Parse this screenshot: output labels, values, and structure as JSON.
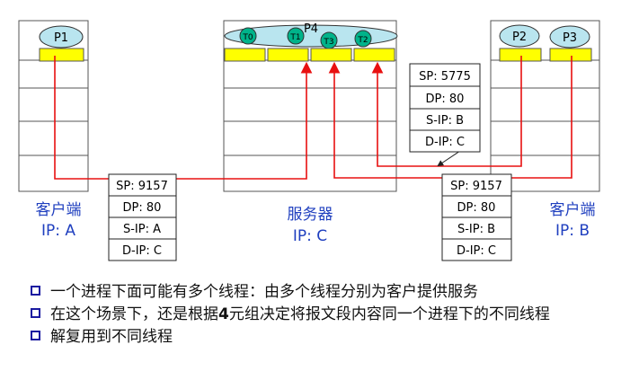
{
  "hosts": {
    "client_a": {
      "process_label": "P1",
      "name": "客户端",
      "ip": "IP: A"
    },
    "server_c": {
      "process_label": "P4",
      "name": "服务器",
      "ip": "IP: C",
      "threads": [
        "T0",
        "T1",
        "T3",
        "T2"
      ]
    },
    "client_b": {
      "process_labels": [
        "P2",
        "P3"
      ],
      "name": "客户端",
      "ip": "IP: B"
    }
  },
  "segments": {
    "seg_a": {
      "sp": "SP: 9157",
      "dp": "DP: 80",
      "sip": "S-IP: A",
      "dip": "D-IP: C"
    },
    "seg_b_top": {
      "sp": "SP: 5775",
      "dp": "DP: 80",
      "sip": "S-IP: B",
      "dip": "D-IP: C"
    },
    "seg_b_bottom": {
      "sp": "SP: 9157",
      "dp": "DP: 80",
      "sip": "S-IP: B",
      "dip": "D-IP: C"
    }
  },
  "bullets": [
    {
      "text": "一个进程下面可能有多个线程：由多个线程分别为客户提供服务"
    },
    {
      "text_pre": "在这个场景下，还是根据",
      "text_bold": "4",
      "text_post": "元组决定将报文段内容同一个进程下的不同线程"
    },
    {
      "text": "解复用到不同线程"
    }
  ],
  "colors": {
    "socket_fill": "#ffff00",
    "thread_fill": "#00b38a",
    "process_fill": "#b9e5ef",
    "arrow": "#e81010",
    "host_label": "#1f3fbf"
  }
}
